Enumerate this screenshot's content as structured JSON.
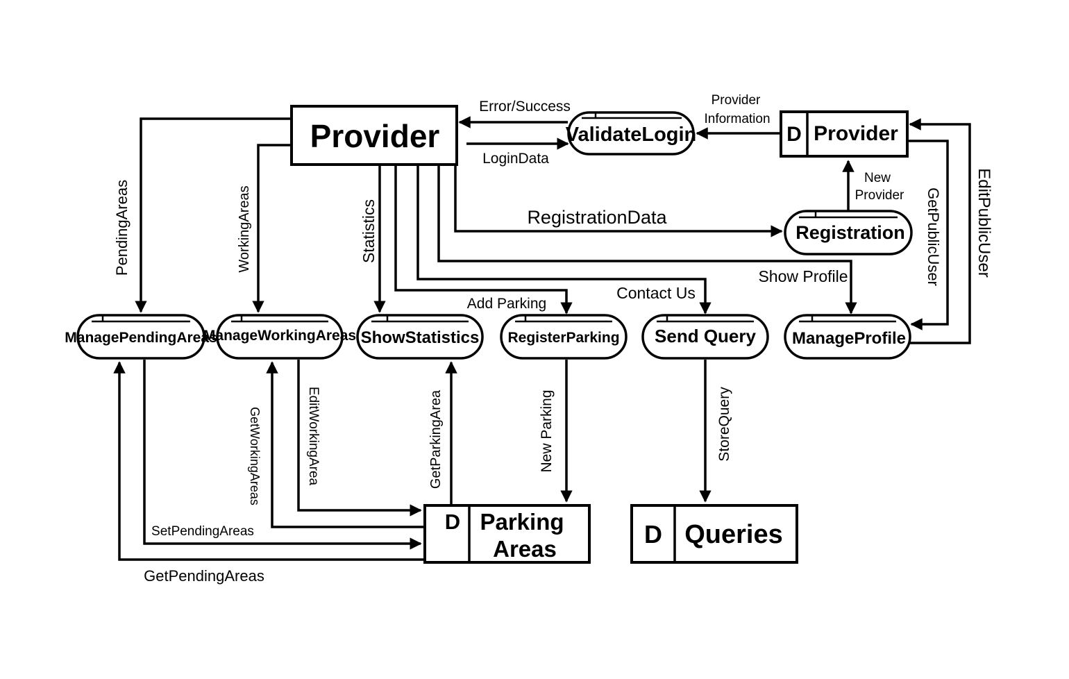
{
  "entities": {
    "provider": "Provider"
  },
  "processes": {
    "validate_login": "ValidateLogin",
    "registration": "Registration",
    "manage_pending_areas": "ManagePendingAreas",
    "manage_working_areas": "ManageWorkingAreas",
    "show_statistics": "ShowStatistics",
    "register_parking": "RegisterParking",
    "send_query": "Send Query",
    "manage_profile": "ManageProfile"
  },
  "stores": {
    "provider": {
      "tag": "D",
      "name": "Provider"
    },
    "parking_areas": {
      "tag": "D",
      "name_line1": "Parking",
      "name_line2": "Areas"
    },
    "queries": {
      "tag": "D",
      "name": "Queries"
    }
  },
  "flows": {
    "error_success": "Error/Success",
    "login_data": "LoginData",
    "provider_information_1": "Provider",
    "provider_information_2": "Information",
    "new_provider_1": "New",
    "new_provider_2": "Provider",
    "registration_data": "RegistrationData",
    "show_profile": "Show Profile",
    "get_public_user": "GetPublicUser",
    "edit_public_user": "EditPublicUser",
    "pending_areas": "PendingAreas",
    "working_areas": "WorkingAreas",
    "statistics": "Statistics",
    "add_parking": "Add Parking",
    "contact_us": "Contact Us",
    "get_working_areas": "GetWorkingAreas",
    "edit_working_area": "EditWorkingArea",
    "get_parking_area": "GetParkingArea",
    "new_parking": "New Parking",
    "store_query": "StoreQuery",
    "set_pending_areas": "SetPendingAreas",
    "get_pending_areas": "GetPendingAreas"
  }
}
